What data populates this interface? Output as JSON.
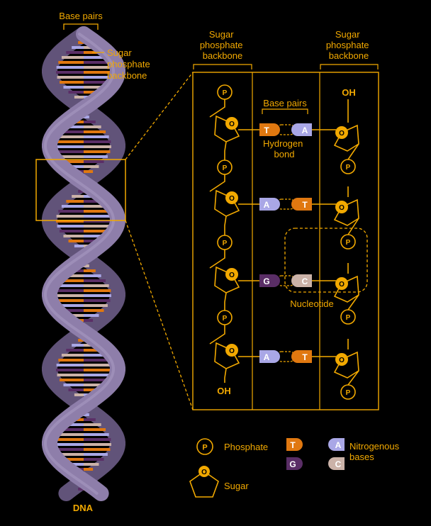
{
  "colors": {
    "background": "#000000",
    "accent": "#F2A900",
    "helix_strand": "#8E7EAA",
    "helix_strand_back": "#615379",
    "base_T": "#E07810",
    "base_A": "#A9A7E6",
    "base_G": "#5A2E66",
    "base_C": "#CBB2A8"
  },
  "dna_helix": {
    "title": "DNA",
    "base_pairs_label": "Base pairs",
    "backbone_label_lines": [
      "Sugar",
      "phosphate",
      "backbone"
    ]
  },
  "detail": {
    "left_backbone_lines": [
      "Sugar",
      "phosphate",
      "backbone"
    ],
    "right_backbone_lines": [
      "Sugar",
      "phosphate",
      "backbone"
    ],
    "base_pairs_label": "Base pairs",
    "hydrogen_bond_lines": [
      "Hydrogen",
      "bond"
    ],
    "nucleotide_label": "Nucleotide",
    "top_right_terminal": "OH",
    "bottom_left_terminal": "OH",
    "phosphate_symbol": "P",
    "sugar_symbol": "O",
    "pairs": [
      {
        "left": "T",
        "right": "A"
      },
      {
        "left": "A",
        "right": "T"
      },
      {
        "left": "G",
        "right": "C"
      },
      {
        "left": "A",
        "right": "T"
      }
    ]
  },
  "legend": {
    "phosphate_symbol": "P",
    "phosphate_label": "Phosphate",
    "sugar_symbol": "O",
    "sugar_label": "Sugar",
    "nitrogenous_lines": [
      "Nitrogenous",
      "bases"
    ],
    "bases": [
      "T",
      "A",
      "G",
      "C"
    ]
  }
}
